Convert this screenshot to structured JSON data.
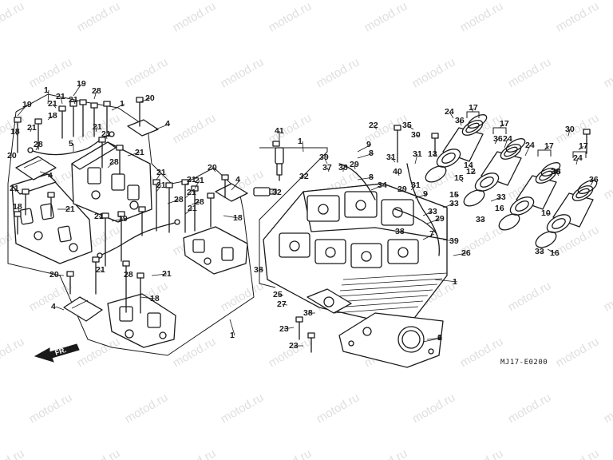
{
  "diagram_code": "MJ17-E0200",
  "front_marker": "FR.",
  "watermark_text": "motod.ru",
  "callouts": {
    "c1": "1",
    "c2": "1",
    "c3": "1",
    "c4": "1",
    "c5": "1",
    "c6": "1",
    "c4a": "4",
    "c4b": "4",
    "c4c": "4",
    "c4d": "4",
    "c5a": "5",
    "c6a": "6",
    "c7a": "7",
    "c8a": "8",
    "c8b": "8",
    "c9a": "9",
    "c9b": "9",
    "c10a": "10",
    "c12a": "12",
    "c13a": "13",
    "c14a": "14",
    "c15a": "15",
    "c15b": "15",
    "c16a": "16",
    "c16b": "16",
    "c17a": "17",
    "c17b": "17",
    "c17c": "17",
    "c17d": "17",
    "c18a": "18",
    "c18b": "18",
    "c18c": "18",
    "c18d": "18",
    "c18e": "18",
    "c19a": "19",
    "c19b": "19",
    "c19c": "19",
    "c20a": "20",
    "c20b": "20",
    "c20c": "20",
    "c20d": "20",
    "c21a": "21",
    "c21b": "21",
    "c21c": "21",
    "c21d": "21",
    "c21e": "21",
    "c21f": "21",
    "c21g": "21",
    "c21h": "21",
    "c21i": "21",
    "c21j": "21",
    "c21k": "21",
    "c21l": "21",
    "c21m": "21",
    "c21n": "21",
    "c21o": "21",
    "c21p": "21",
    "c21q": "21",
    "c21r": "21",
    "c22a": "22",
    "c23a": "23",
    "c23b": "23",
    "c24a": "24",
    "c24b": "24",
    "c24c": "24",
    "c24d": "24",
    "c25a": "25",
    "c26a": "26",
    "c27a": "27",
    "c28a": "28",
    "c28b": "28",
    "c28c": "28",
    "c28d": "28",
    "c28e": "28",
    "c28f": "28",
    "c29a": "29",
    "c29b": "29",
    "c29c": "29",
    "c30a": "30",
    "c30b": "30",
    "c31a": "31",
    "c31b": "31",
    "c31c": "31",
    "c32a": "32",
    "c32b": "32",
    "c33a": "33",
    "c33b": "33",
    "c33c": "33",
    "c33d": "33",
    "c33e": "33",
    "c34a": "34",
    "c35a": "35",
    "c36a": "36",
    "c36b": "36",
    "c36c": "36",
    "c36d": "36",
    "c37a": "37",
    "c38a": "38",
    "c38b": "38",
    "c38c": "38",
    "c38d": "38",
    "c38e": "38",
    "c39a": "39",
    "c39b": "39",
    "c40a": "40",
    "c41a": "41"
  }
}
